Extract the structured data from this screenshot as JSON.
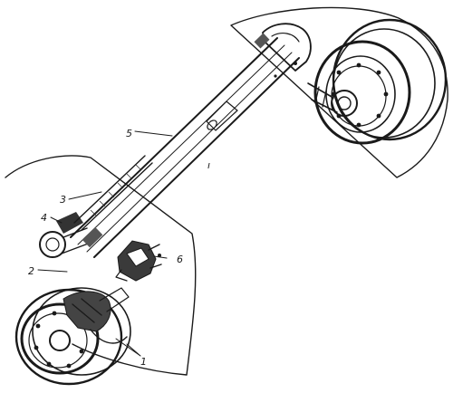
{
  "figure": {
    "callouts": [
      {
        "id": "c1",
        "text": "1"
      },
      {
        "id": "c2",
        "text": "2"
      },
      {
        "id": "c3",
        "text": "3"
      },
      {
        "id": "c4",
        "text": "4"
      },
      {
        "id": "c5",
        "text": "5"
      },
      {
        "id": "c6",
        "text": "6"
      }
    ],
    "stray_mark": "ı"
  }
}
